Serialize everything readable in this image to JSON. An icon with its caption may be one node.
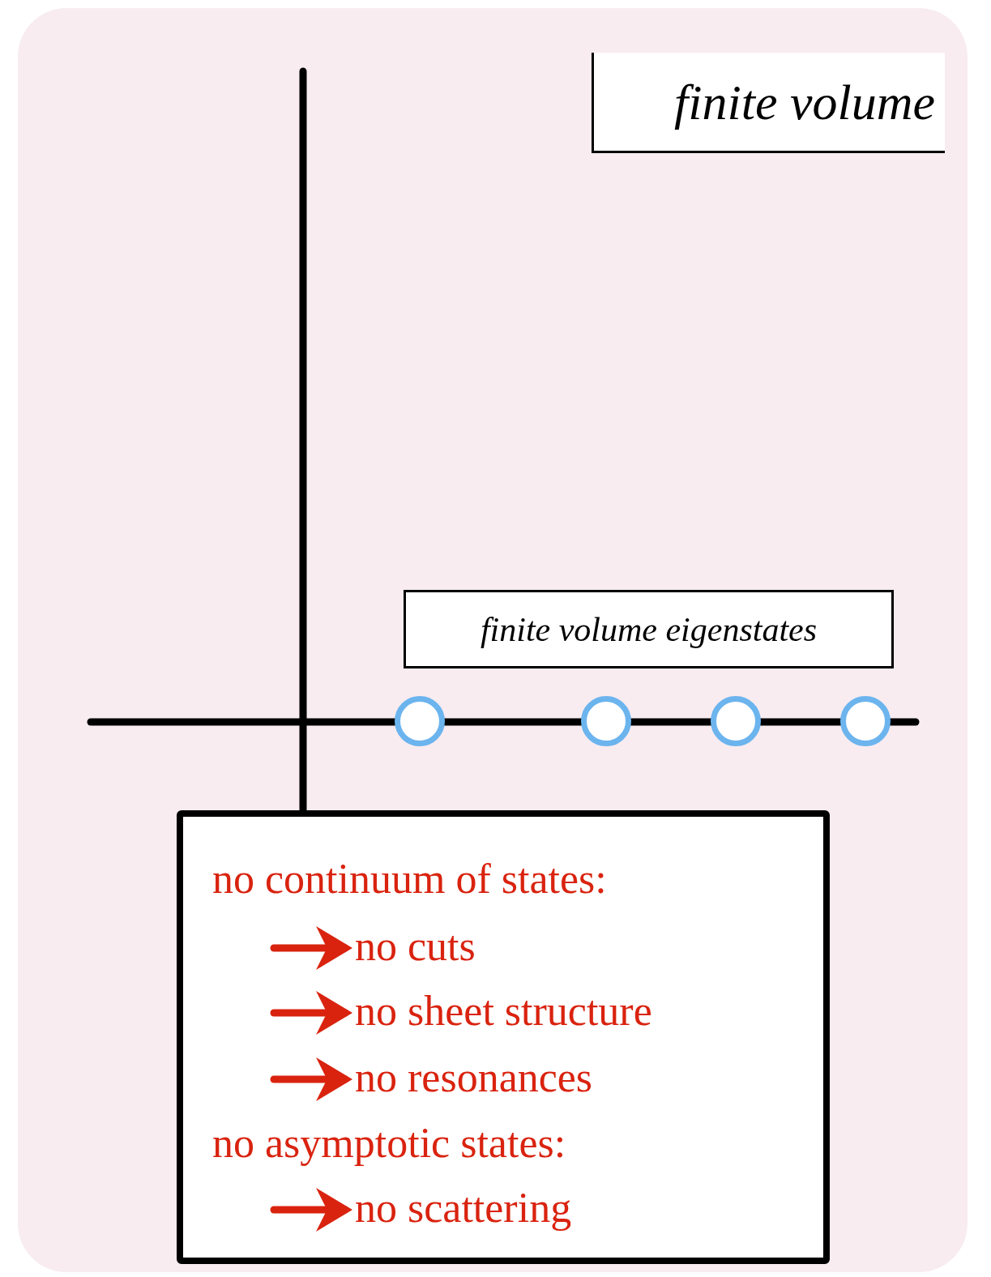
{
  "diagram": {
    "nodes": [
      {
        "text": [
          "finite volume"
        ]
      },
      {
        "text": [
          "finite volume eigenstates"
        ]
      },
      {
        "text": [],
        "shape": "circle"
      },
      {
        "text": [],
        "shape": "circle"
      },
      {
        "text": [],
        "shape": "circle"
      },
      {
        "text": [],
        "shape": "circle"
      },
      {
        "text": [],
        "shape": "box"
      },
      {
        "text": [
          "no continuum of states:"
        ],
        "in": 6
      },
      {
        "text": [
          "no cuts"
        ],
        "in": 6
      },
      {
        "text": [
          "no sheet structure"
        ],
        "in": 6
      },
      {
        "text": [
          "no resonances"
        ],
        "in": 6
      },
      {
        "text": [
          "no asymptotic states:"
        ],
        "in": 6
      },
      {
        "text": [
          "no scattering"
        ],
        "in": 6
      }
    ],
    "edges": [
      {
        "from": null,
        "to": 8,
        "arrow": "to"
      },
      {
        "from": null,
        "to": 9,
        "arrow": "to"
      },
      {
        "from": null,
        "to": 10,
        "arrow": "to"
      },
      {
        "from": null,
        "to": 12,
        "arrow": "to"
      }
    ]
  }
}
